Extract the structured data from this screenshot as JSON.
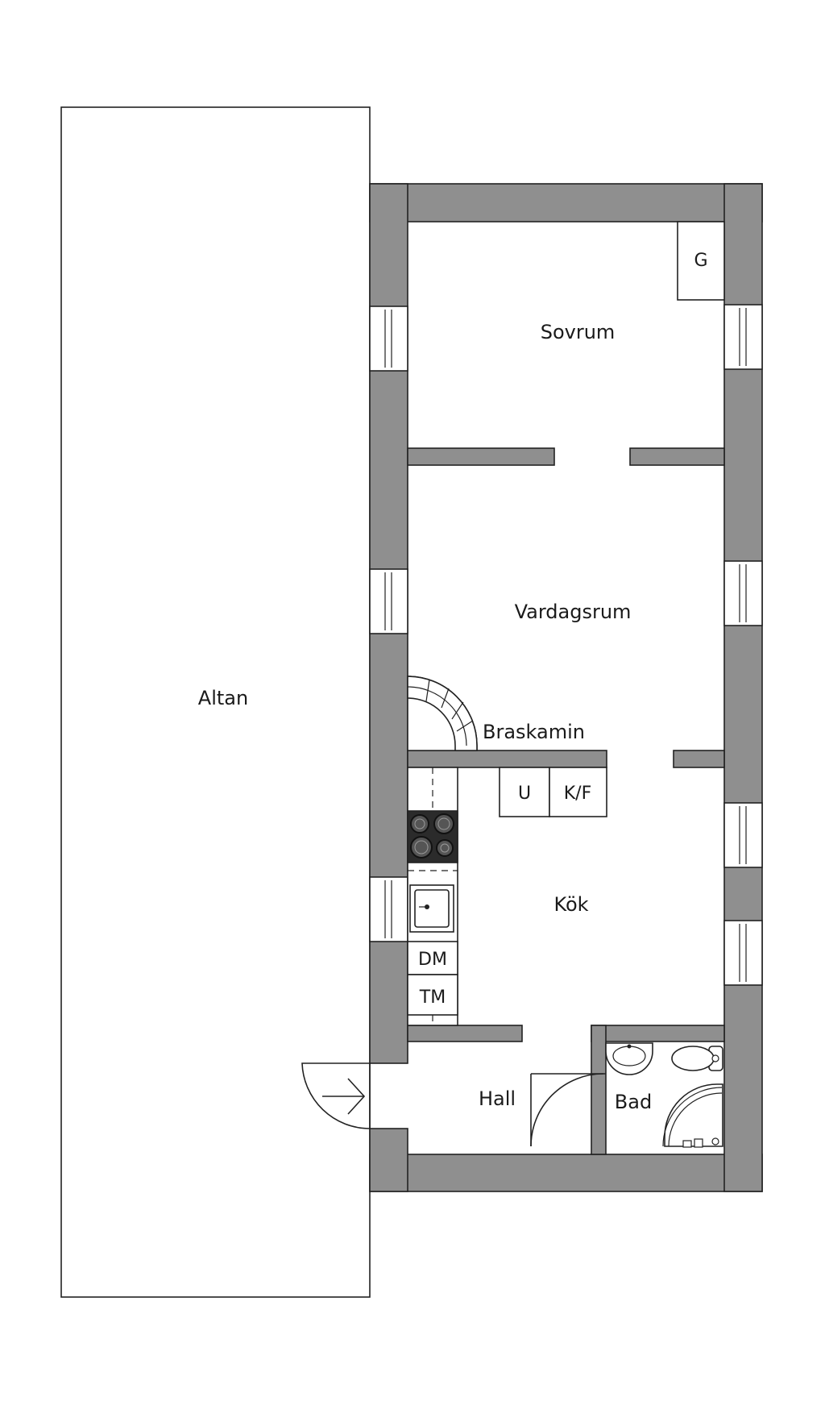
{
  "rooms": {
    "altan": "Altan",
    "sovrum": "Sovrum",
    "vardagsrum": "Vardagsrum",
    "braskamin": "Braskamin",
    "kok": "Kök",
    "hall": "Hall",
    "bad": "Bad"
  },
  "fixtures": {
    "garderob": "G",
    "ugn": "U",
    "kyl_frys": "K/F",
    "diskmaskin": "DM",
    "tvattmaskin": "TM"
  },
  "colors": {
    "wall_fill": "#8f8f8f",
    "line": "#222222",
    "background": "#ffffff"
  },
  "icons": [
    "window-icon",
    "door-icon",
    "entrance-arrow-icon",
    "stove-icon",
    "sink-icon",
    "toilet-icon",
    "washbasin-icon",
    "shower-icon",
    "fireplace-icon"
  ]
}
